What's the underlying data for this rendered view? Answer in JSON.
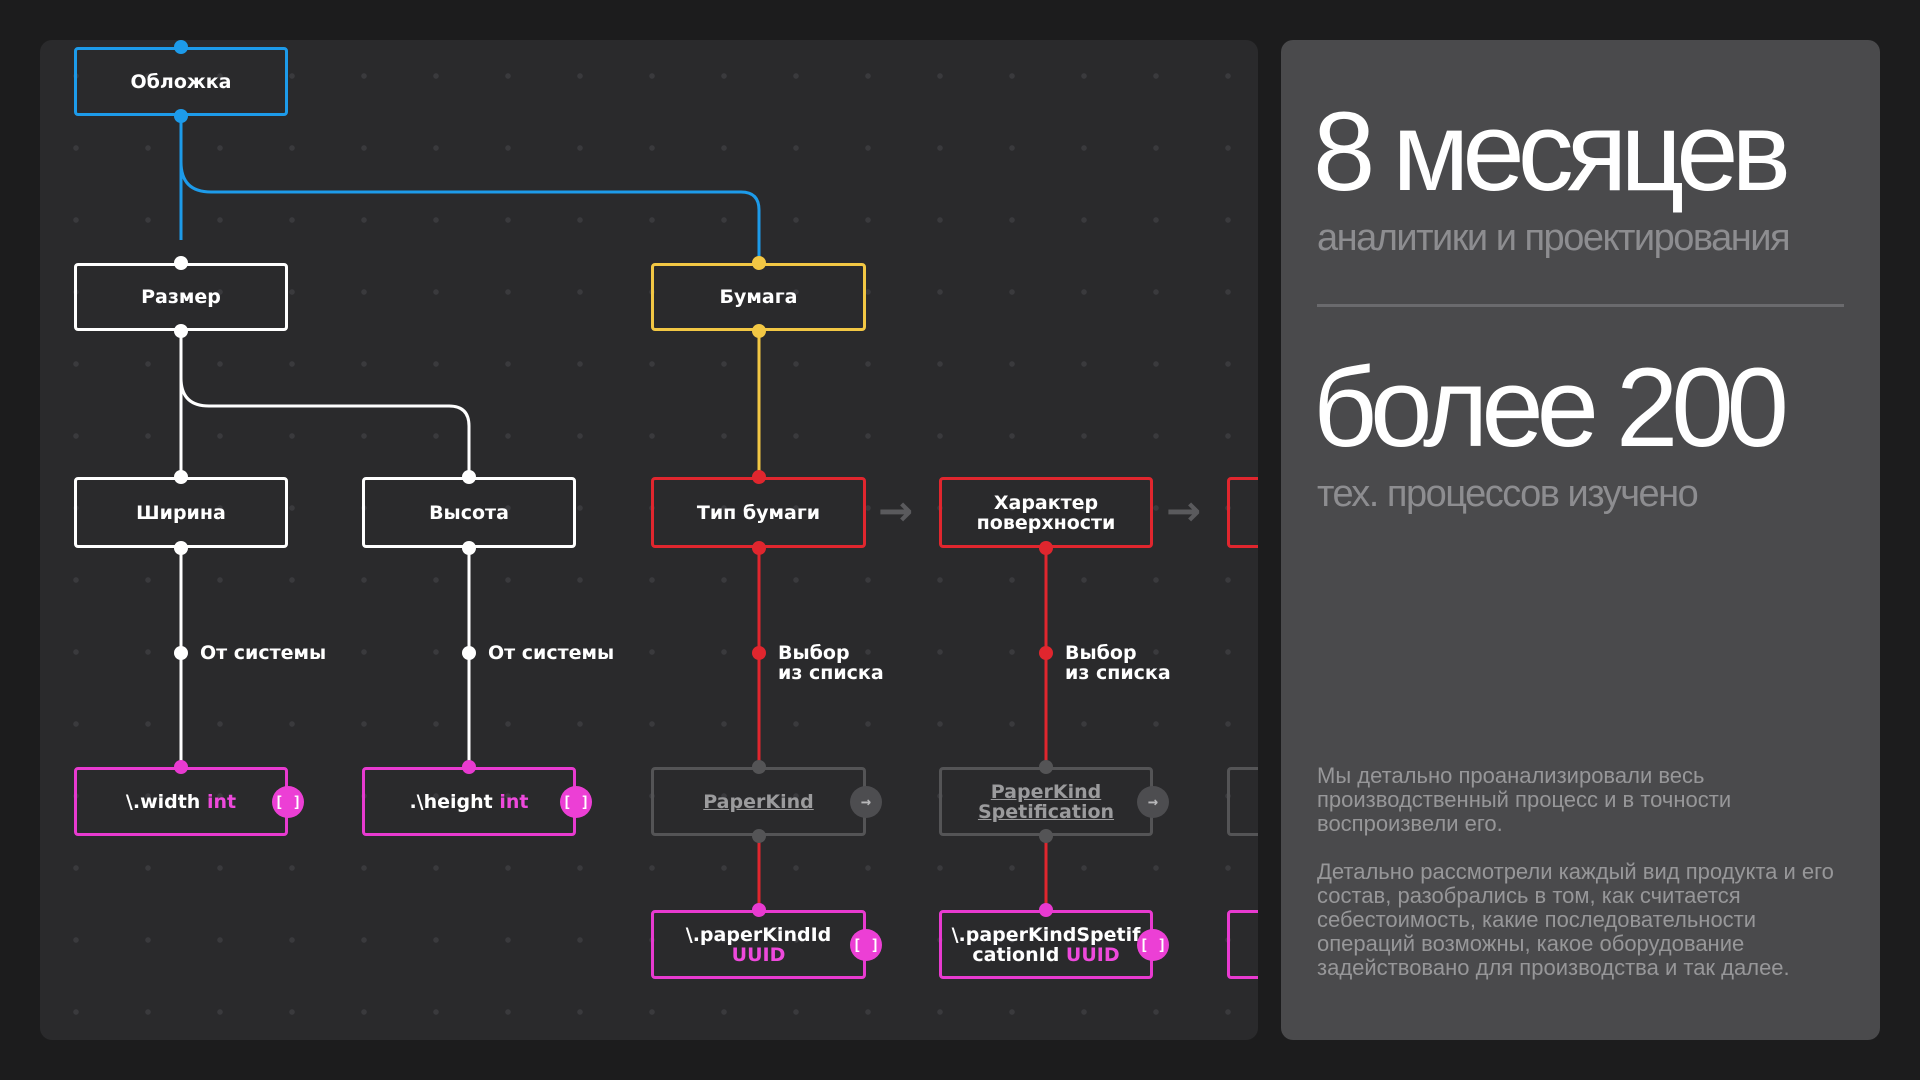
{
  "diagram": {
    "nodes": {
      "cover": "Обложка",
      "size": "Размер",
      "paper": "Бумага",
      "width": "Ширина",
      "height": "Высота",
      "paper_type": "Тип бумаги",
      "surface_l1": "Характер",
      "surface_l2": "поверхности",
      "paperkind": "PaperKind",
      "paperkind_spec_l1": "PaperKind",
      "paperkind_spec_l2": "Spetification",
      "width_field": "\\.width",
      "width_type": "int",
      "height_field": ".\\height",
      "height_type": "int",
      "paperkind_id_field": "\\.paperKindId",
      "paperkind_id_type": "UUID",
      "spec_id_field_l1": "\\.paperKindSpetif",
      "spec_id_field_l2": "cationId",
      "spec_id_type": "UUID",
      "array_badge": "[ ]",
      "link_badge": "→"
    },
    "edge_labels": {
      "from_system": "От системы",
      "select_l1": "Выбор",
      "select_l2": "из списка"
    },
    "arrow": "→",
    "colors": {
      "blue": "#1d9bea",
      "yellow": "#f2c744",
      "red": "#e0262e",
      "magenta": "#e83ad0",
      "white": "#ffffff",
      "gray": "#545456"
    }
  },
  "panel": {
    "stat1_value": "8 месяцев",
    "stat1_label": "аналитики и проектирования",
    "stat2_value": "более 200",
    "stat2_label": "тех. процессов изучено",
    "paragraph1": "Мы детально проанализировали весь производственный процесс и в точности воспроизвели его.",
    "paragraph2": "Детально рассмотрели каждый вид продукта и его состав, разобрались в том, как считается себестоимость, какие последовательности операций возможны, какое оборудование задействовано для производства и так далее."
  }
}
